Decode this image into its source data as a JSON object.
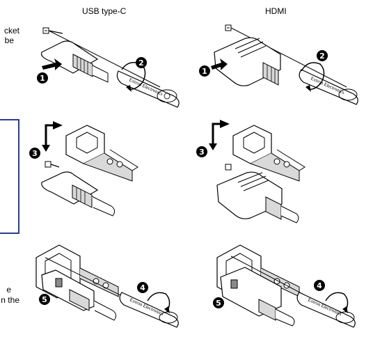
{
  "columns": {
    "left_title": "USB type-C",
    "right_title": "HDMI"
  },
  "left_margin_text": {
    "line1": "cket",
    "line2": "be",
    "line3": "e",
    "line4": "n the"
  },
  "steps": {
    "s1": "1",
    "s2": "2",
    "s3": "3",
    "s4": "4",
    "s5": "5"
  },
  "tool": {
    "brand_label": "Extron Electronics"
  },
  "colors": {
    "line": "#000000",
    "box_border": "#2b3d8f",
    "fill_light": "#ffffff",
    "fill_gray": "#d9d9d9"
  }
}
